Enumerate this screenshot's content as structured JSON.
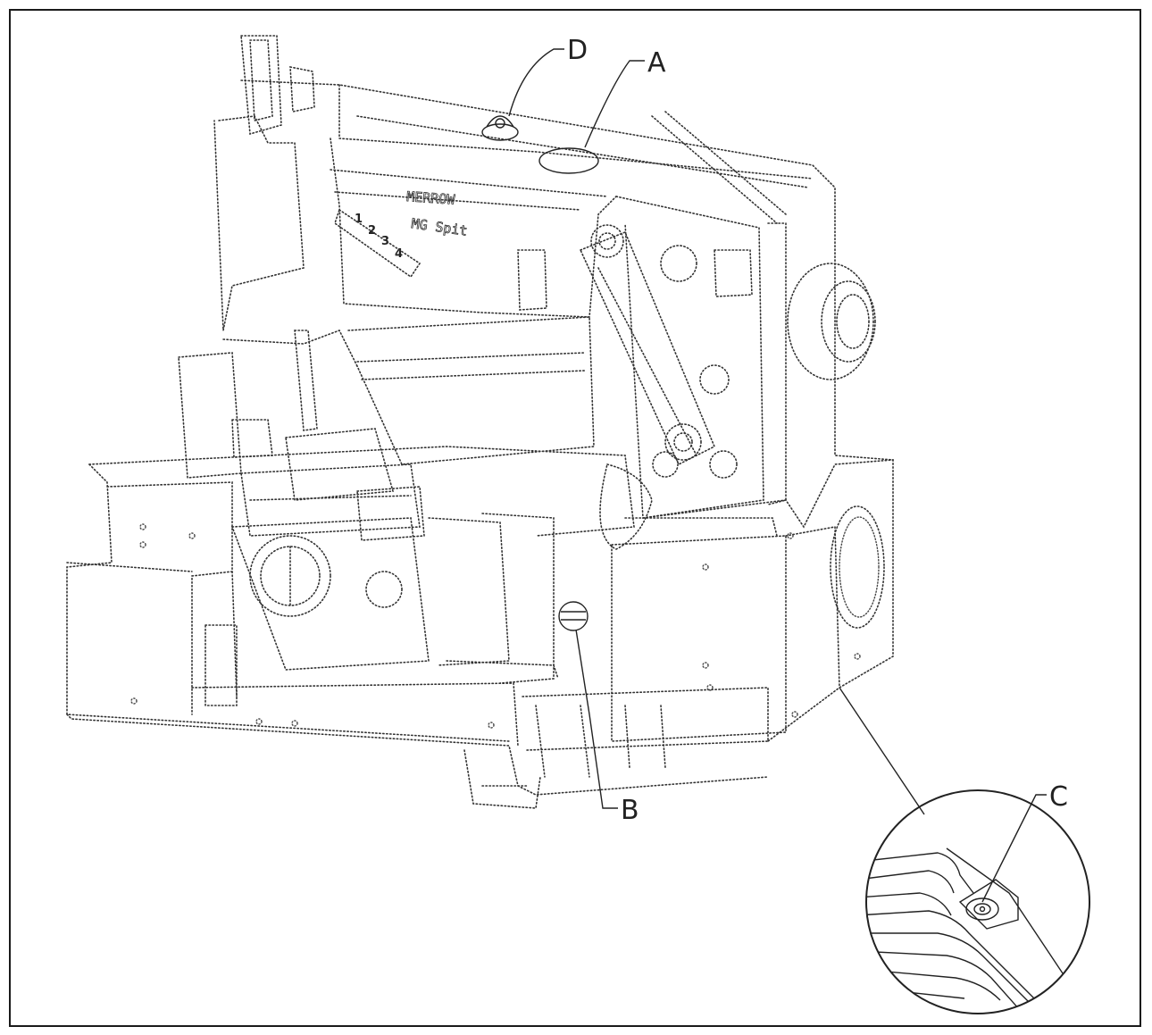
{
  "diagram": {
    "callouts": {
      "a": "A",
      "b": "B",
      "c": "C",
      "d": "D"
    },
    "dial_numbers": [
      "1",
      "2",
      "3",
      "4"
    ]
  }
}
